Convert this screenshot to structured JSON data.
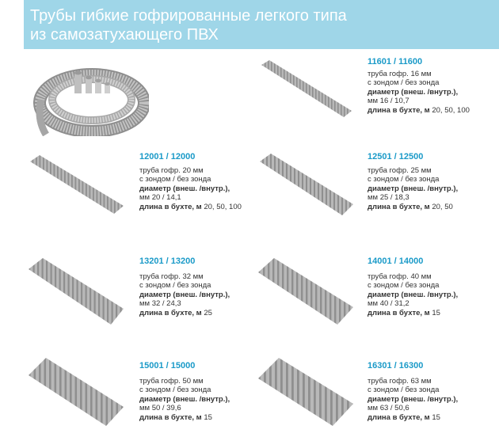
{
  "header": {
    "title_line1": "Трубы гибкие гофрированные легкого типа",
    "title_line2": "из самозатухающего ПВХ",
    "background": "#9fd6e8"
  },
  "colors": {
    "accent": "#1a9ac8",
    "pipe": "#b4b4b4",
    "pipe_dark": "#8d8d8d"
  },
  "products": [
    {
      "code": "11601 / 11600",
      "line1": "труба гофр. 16 мм",
      "line2": "с зондом / без зонда",
      "line3": "диаметр (внеш. /внутр.),",
      "line4": "мм 16 / 10,7",
      "line5_label": "длина в бухте, м",
      "line5_value": " 20, 50, 100"
    },
    {
      "code": "12001 / 12000",
      "line1": "труба гофр. 20 мм",
      "line2": "с зондом / без зонда",
      "line3": "диаметр (внеш. /внутр.),",
      "line4": "мм 20 / 14,1",
      "line5_label": "длина в бухте, м",
      "line5_value": " 20, 50, 100"
    },
    {
      "code": "12501 / 12500",
      "line1": "труба гофр. 25 мм",
      "line2": "с зондом / без зонда",
      "line3": "диаметр (внеш. /внутр.),",
      "line4": "мм 25 / 18,3",
      "line5_label": "длина в бухте, м",
      "line5_value": " 20, 50"
    },
    {
      "code": "13201 / 13200",
      "line1": "труба гофр. 32 мм",
      "line2": "с зондом / без зонда",
      "line3": "диаметр (внеш. /внутр.),",
      "line4": "мм 32 / 24,3",
      "line5_label": "длина в бухте, м",
      "line5_value": " 25"
    },
    {
      "code": "14001 / 14000",
      "line1": "труба гофр. 40 мм",
      "line2": "с зондом / без зонда",
      "line3": "диаметр (внеш. /внутр.),",
      "line4": "мм 40 / 31,2",
      "line5_label": "длина в бухте, м",
      "line5_value": " 15"
    },
    {
      "code": "15001 / 15000",
      "line1": "труба гофр. 50 мм",
      "line2": "с зондом / без зонда",
      "line3": "диаметр (внеш. /внутр.),",
      "line4": "мм 50 / 39,6",
      "line5_label": "длина в бухте, м",
      "line5_value": " 15"
    },
    {
      "code": "16301 / 16300",
      "line1": "труба гофр. 63 мм",
      "line2": "с зондом / без зонда",
      "line3": "диаметр (внеш. /внутр.),",
      "line4": "мм 63 / 50,6",
      "line5_label": "длина в бухте, м",
      "line5_value": " 15"
    }
  ]
}
